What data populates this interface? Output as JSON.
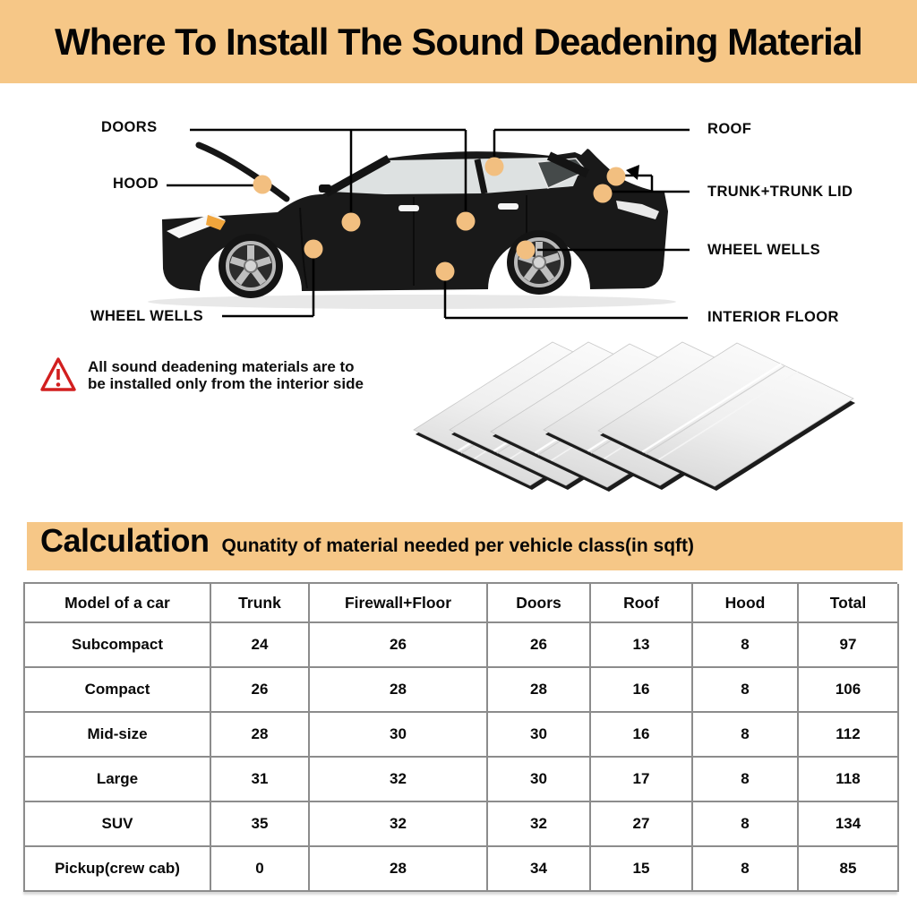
{
  "colors": {
    "banner_bg": "#F6C787",
    "dot": "#F2BF80",
    "warning_red": "#D21F1F",
    "table_border": "#8C8C8C"
  },
  "header": {
    "title": "Where To Install The Sound Deadening Material"
  },
  "diagram": {
    "labels": {
      "doors": "DOORS",
      "hood": "HOOD",
      "wheel_wells_left": "WHEEL WELLS",
      "roof": "ROOF",
      "trunk": "TRUNK+TRUNK LID",
      "wheel_wells_right": "WHEEL WELLS",
      "interior_floor": "INTERIOR FLOOR"
    }
  },
  "warning": {
    "line1": "All sound deadening materials are to",
    "line2": "be installed only from the interior side"
  },
  "calculation": {
    "title": "Calculation",
    "subtitle": "Qunatity of material needed per vehicle class(in sqft)"
  },
  "table": {
    "columns": [
      "Model of a car",
      "Trunk",
      "Firewall+Floor",
      "Doors",
      "Roof",
      "Hood",
      "Total"
    ],
    "rows": [
      [
        "Subcompact",
        "24",
        "26",
        "26",
        "13",
        "8",
        "97"
      ],
      [
        "Compact",
        "26",
        "28",
        "28",
        "16",
        "8",
        "106"
      ],
      [
        "Mid-size",
        "28",
        "30",
        "30",
        "16",
        "8",
        "112"
      ],
      [
        "Large",
        "31",
        "32",
        "30",
        "17",
        "8",
        "118"
      ],
      [
        "SUV",
        "35",
        "32",
        "32",
        "27",
        "8",
        "134"
      ],
      [
        "Pickup(crew cab)",
        "0",
        "28",
        "34",
        "15",
        "8",
        "85"
      ]
    ]
  }
}
